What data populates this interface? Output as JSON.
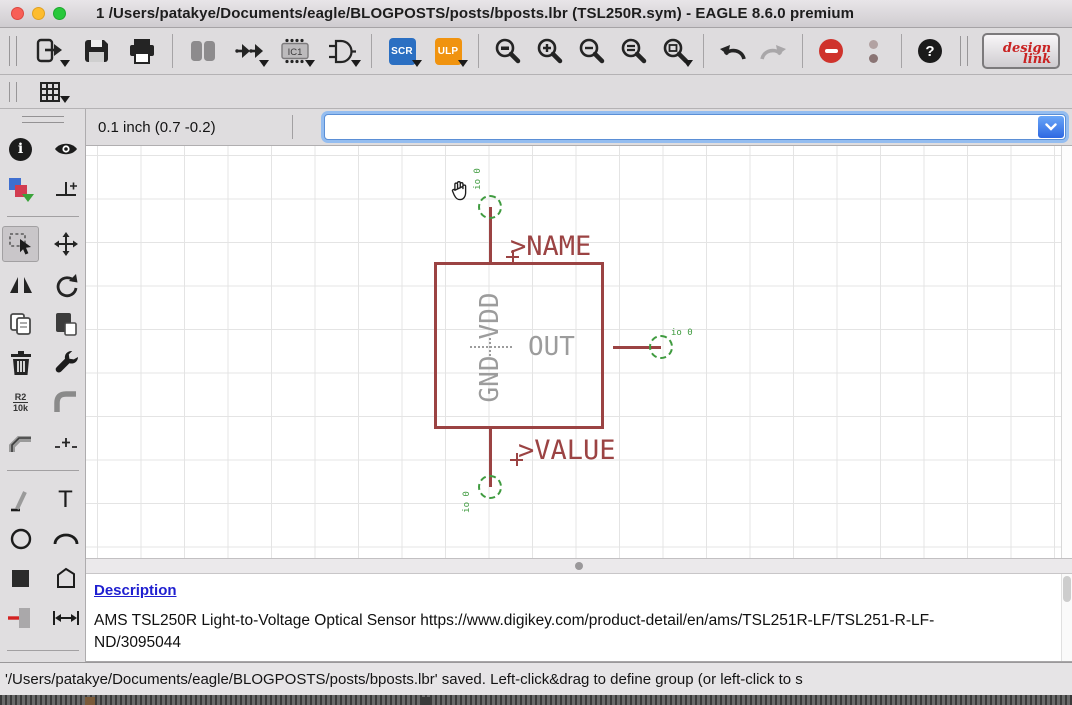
{
  "window": {
    "title": "1 /Users/patakye/Documents/eagle/BLOGPOSTS/posts/bposts.lbr (TSL250R.sym) - EAGLE 8.6.0 premium"
  },
  "toolbar": {
    "scr_label": "SCR",
    "ulp_label": "ULP",
    "package_label": "IC1",
    "design_link_line1": "design",
    "design_link_line2": "link"
  },
  "coordbar": {
    "grid_readout": "0.1 inch (0.7 -0.2)",
    "command_value": ""
  },
  "sidebar": {
    "name_tool_top": "R2",
    "name_tool_bottom": "10k",
    "text_tool_label": "T"
  },
  "canvas": {
    "name_placeholder": ">NAME",
    "value_placeholder": ">VALUE",
    "pins": [
      {
        "name": "VDD",
        "meta": "io 0",
        "position": "top"
      },
      {
        "name": "GND",
        "meta": "io 0",
        "position": "bottom"
      },
      {
        "name": "OUT",
        "meta": "io 0",
        "position": "right"
      }
    ]
  },
  "description_panel": {
    "heading": "Description",
    "body": "AMS TSL250R Light-to-Voltage Optical Sensor https://www.digikey.com/product-detail/en/ams/TSL251R-LF/TSL251-R-LF-ND/3095044"
  },
  "statusbar": {
    "message": "'/Users/patakye/Documents/eagle/BLOGPOSTS/posts/bposts.lbr' saved. Left-click&drag to define group (or left-click to s"
  },
  "colors": {
    "symbol_red": "#9b4343",
    "pin_green": "#3f9b3f",
    "pin_name_gray": "#9c9c9c",
    "scr_blue": "#2b6fc2",
    "ulp_orange": "#f0930f",
    "stop_red": "#cf332c",
    "focus_ring_blue": "#94bdf0",
    "link_blue": "#1f1fd0"
  },
  "icons": [
    "close",
    "minimize",
    "zoom",
    "export-file",
    "save",
    "print",
    "library-book",
    "connect-pins",
    "package-ic",
    "symbol-gate",
    "script-scr",
    "ulp",
    "zoom-fit",
    "zoom-in",
    "zoom-out",
    "zoom-select",
    "zoom-redraw",
    "undo",
    "redo",
    "stop",
    "more-dots",
    "help",
    "design-link",
    "grid",
    "info",
    "eye",
    "display-layers",
    "mark",
    "group-select",
    "move",
    "mirror",
    "rotate",
    "copy",
    "paste",
    "delete-trash",
    "wrench",
    "name-value",
    "miter",
    "split",
    "optimize",
    "wire",
    "text",
    "circle",
    "arc",
    "rectangle",
    "polygon",
    "pin",
    "dimension",
    "hand-cursor",
    "combo-chevron"
  ]
}
